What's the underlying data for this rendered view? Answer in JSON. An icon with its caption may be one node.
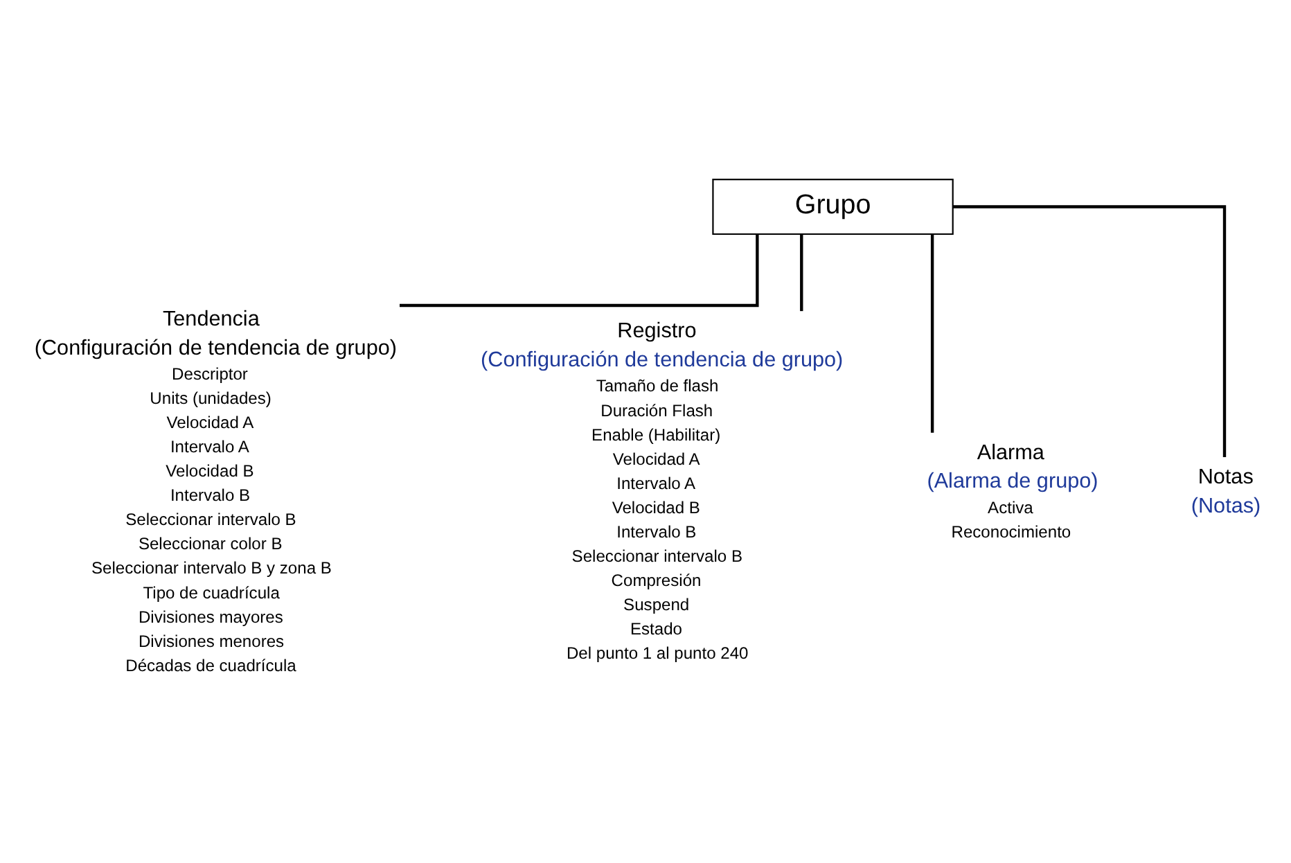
{
  "diagram": {
    "nodes": [
      {
        "text": [
          "Grupo"
        ]
      },
      {
        "text": [
          "Tendencia",
          "(Configuración de tendencia de grupo)",
          "Descriptor",
          "Units (unidades)",
          "Velocidad A",
          "Intervalo A",
          "Velocidad B",
          "Intervalo B",
          "Seleccionar intervalo B",
          "Seleccionar color B",
          "Seleccionar intervalo B y zona B",
          "Tipo de cuadrícula",
          "Divisiones mayores",
          "Divisiones menores",
          "Décadas de cuadrícula"
        ]
      },
      {
        "text": [
          "Registro",
          "(Configuración de tendencia de grupo)",
          "Tamaño de flash",
          "Duración Flash",
          "Enable (Habilitar)",
          "Velocidad A",
          "Intervalo A",
          "Velocidad B",
          "Intervalo B",
          "Seleccionar intervalo B",
          "Compresión",
          "Suspend",
          "Estado",
          "Del punto 1 al punto 240"
        ]
      },
      {
        "text": [
          "Alarma",
          "(Alarma de grupo)",
          "Activa",
          "Reconocimiento"
        ]
      },
      {
        "text": [
          "Notas",
          "(Notas)"
        ]
      }
    ],
    "edges": [
      {
        "from": 0,
        "to": 1,
        "arrow": "none"
      },
      {
        "from": 0,
        "to": 2,
        "arrow": "none"
      },
      {
        "from": 0,
        "to": 3,
        "arrow": "none"
      },
      {
        "from": 0,
        "to": 4,
        "arrow": "none"
      }
    ]
  }
}
